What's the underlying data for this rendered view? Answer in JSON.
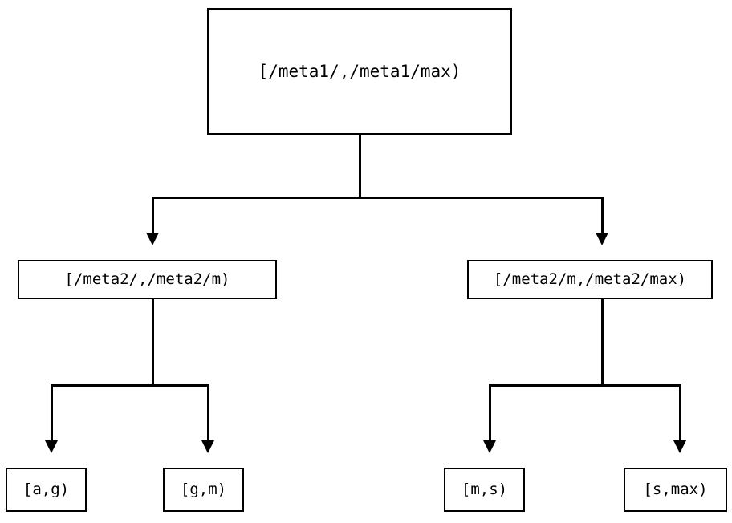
{
  "diagram": {
    "type": "tree",
    "orientation": "top-down",
    "background_color": "#ffffff",
    "line_color": "#000000",
    "text_color": "#000000",
    "nodes": {
      "root": {
        "label": "[/meta1/,/meta1/max)"
      },
      "mid_left": {
        "label": "[/meta2/,/meta2/m)"
      },
      "mid_right": {
        "label": "[/meta2/m,/meta2/max)"
      },
      "leaf_ag": {
        "label": "[a,g)"
      },
      "leaf_gm": {
        "label": "[g,m)"
      },
      "leaf_ms": {
        "label": "[m,s)"
      },
      "leaf_smax": {
        "label": "[s,max)"
      }
    },
    "edges": [
      {
        "from": "root",
        "to": "mid_left",
        "arrow": "down"
      },
      {
        "from": "root",
        "to": "mid_right",
        "arrow": "down"
      },
      {
        "from": "mid_left",
        "to": "leaf_ag",
        "arrow": "down"
      },
      {
        "from": "mid_left",
        "to": "leaf_gm",
        "arrow": "down"
      },
      {
        "from": "mid_right",
        "to": "leaf_ms",
        "arrow": "down"
      },
      {
        "from": "mid_right",
        "to": "leaf_smax",
        "arrow": "down"
      }
    ]
  }
}
